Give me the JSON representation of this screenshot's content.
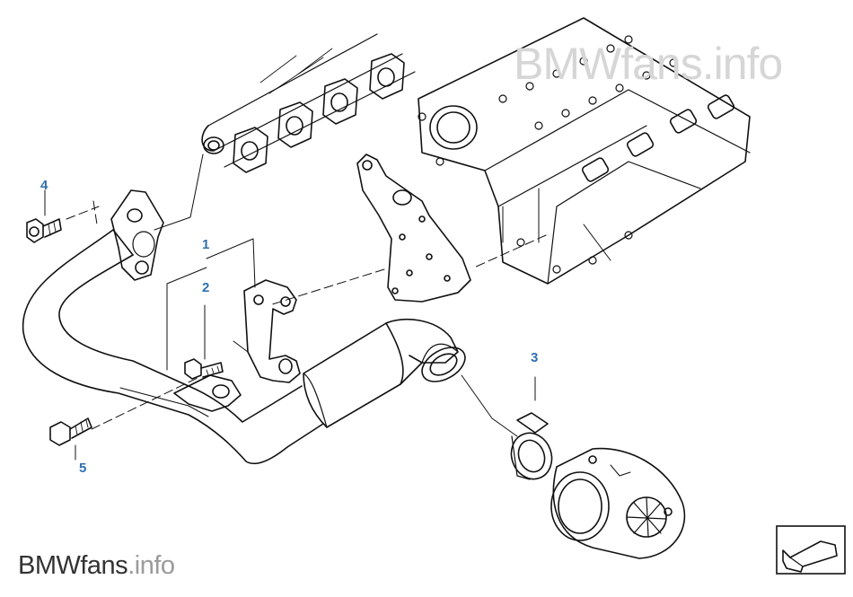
{
  "brand": {
    "name": "BMWfans",
    "suffix": ".info"
  },
  "callouts": [
    {
      "id": "1",
      "label": "1"
    },
    {
      "id": "2",
      "label": "2"
    },
    {
      "id": "3",
      "label": "3"
    },
    {
      "id": "4",
      "label": "4"
    },
    {
      "id": "5",
      "label": "5"
    }
  ],
  "icons": {
    "nav": "next-diagram-arrow-icon"
  },
  "colors": {
    "callout": "#2f6fb0",
    "line": "#111111",
    "watermark": "#d6d6d6"
  }
}
